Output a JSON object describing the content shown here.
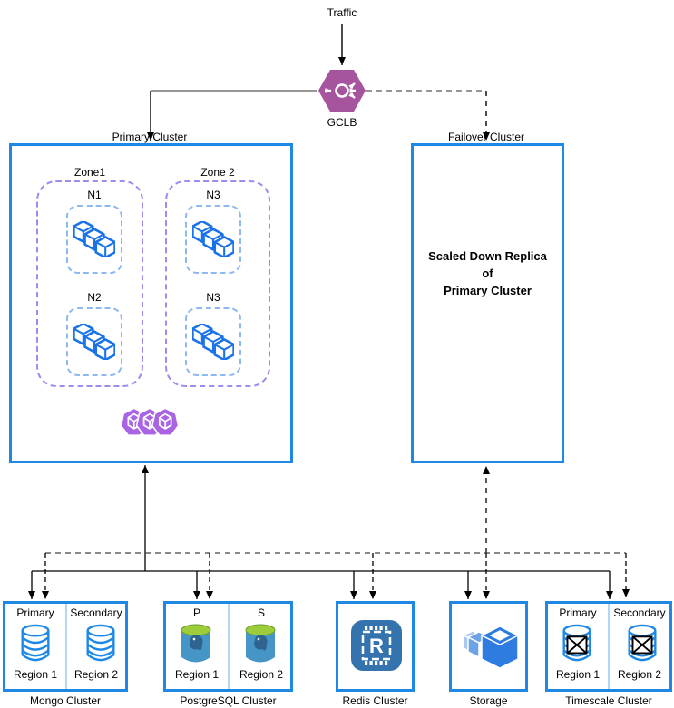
{
  "labels": {
    "traffic": "Traffic",
    "gclb": "GCLB"
  },
  "primary_cluster": {
    "label": "Primary Cluster",
    "zones": [
      {
        "label": "Zone1",
        "nodes": [
          "N1",
          "N2"
        ]
      },
      {
        "label": "Zone 2",
        "nodes": [
          "N3",
          "N3"
        ]
      }
    ]
  },
  "failover_cluster": {
    "label": "Failover Cluster",
    "line1": "Scaled Down Replica",
    "line2": "of",
    "line3": "Primary Cluster"
  },
  "datastores": [
    {
      "label": "Mongo Cluster",
      "left_role": "Primary",
      "right_role": "Secondary",
      "left_region": "Region 1",
      "right_region": "Region 2"
    },
    {
      "label": "PostgreSQL Cluster",
      "left_role": "P",
      "right_role": "S",
      "left_region": "Region 1",
      "right_region": "Region 2"
    },
    {
      "label": "Redis Cluster",
      "icon_letter": "R"
    },
    {
      "label": "Storage"
    },
    {
      "label": "Timescale Cluster",
      "left_role": "Primary",
      "right_role": "Secondary",
      "left_region": "Region 1",
      "right_region": "Region 2"
    }
  ],
  "icons": {
    "gclb": "load-balancer-hexagon",
    "node_workload": "three-blue-cubes",
    "cluster_workload": "three-purple-heptagon-cubes",
    "mongo": "database-cylinder",
    "postgres": "postgresql-elephant-cylinder",
    "redis": "memorystore-chip-r",
    "storage": "stacked-storage-boxes",
    "timescale": "crossed-box-database-cylinder"
  },
  "colors": {
    "cluster_border": "#1e88e5",
    "zone_border": "#9b8cf0",
    "node_border": "#8db8f0",
    "cube_blue": "#1a73e8",
    "workload_purple": "#a964e3",
    "gclb_purple": "#a6549e",
    "edge_black": "#000000",
    "edge_gray": "#737373",
    "postgres_body": "#4596c7",
    "postgres_top": "#9dcd3a",
    "redis_bg": "#3473ae",
    "storage_blue": "#2e7ce0",
    "divider_blue": "#b3d6f2"
  }
}
